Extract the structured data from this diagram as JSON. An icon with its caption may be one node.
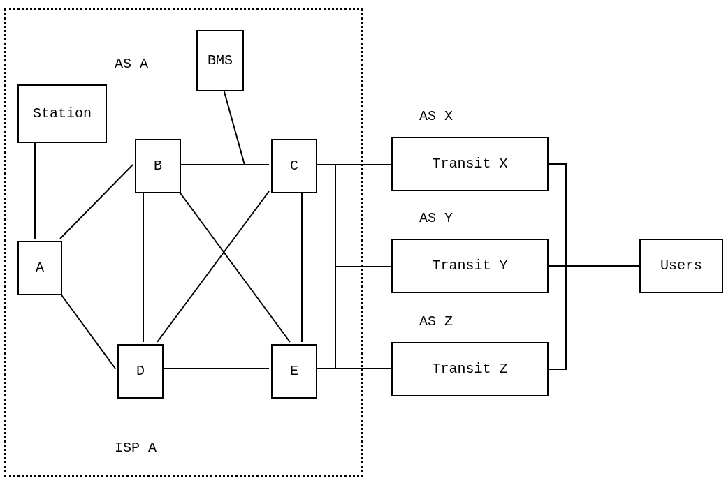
{
  "diagram": {
    "nodes": [
      {
        "text": [
          "AS A",
          "ISP A"
        ]
      },
      {
        "text": [
          "BMS"
        ],
        "in": 0
      },
      {
        "text": [
          "Station"
        ],
        "in": 0
      },
      {
        "text": [
          "B"
        ],
        "in": 0
      },
      {
        "text": [
          "C"
        ],
        "in": 0
      },
      {
        "text": [
          "A"
        ],
        "in": 0
      },
      {
        "text": [
          "D"
        ],
        "in": 0
      },
      {
        "text": [
          "E"
        ],
        "in": 0
      },
      {
        "text": [
          "Transit X"
        ],
        "beside": [
          "AS X"
        ]
      },
      {
        "text": [
          "Transit Y"
        ],
        "beside": [
          "AS Y"
        ]
      },
      {
        "text": [
          "Transit Z"
        ],
        "beside": [
          "AS Z"
        ]
      },
      {
        "text": [
          "Users"
        ]
      }
    ],
    "edges": [
      {
        "from": 1,
        "to": 4,
        "arrow": "none"
      },
      {
        "from": 2,
        "to": 5,
        "arrow": "none"
      },
      {
        "from": 5,
        "to": 3,
        "arrow": "none"
      },
      {
        "from": 3,
        "to": 4,
        "arrow": "none"
      },
      {
        "from": 5,
        "to": 6,
        "arrow": "none"
      },
      {
        "from": 3,
        "to": 6,
        "arrow": "none"
      },
      {
        "from": 3,
        "to": 7,
        "arrow": "none"
      },
      {
        "from": 4,
        "to": 6,
        "arrow": "none"
      },
      {
        "from": 4,
        "to": 7,
        "arrow": "none"
      },
      {
        "from": 6,
        "to": 7,
        "arrow": "none"
      },
      {
        "from": 4,
        "to": 8,
        "arrow": "none"
      },
      {
        "from": 4,
        "to": 9,
        "arrow": "none"
      },
      {
        "from": 7,
        "to": 9,
        "arrow": "none"
      },
      {
        "from": 7,
        "to": 10,
        "arrow": "none"
      },
      {
        "from": 8,
        "to": 11,
        "arrow": "none"
      },
      {
        "from": 9,
        "to": 11,
        "arrow": "none"
      },
      {
        "from": 10,
        "to": 11,
        "arrow": "none"
      }
    ]
  }
}
